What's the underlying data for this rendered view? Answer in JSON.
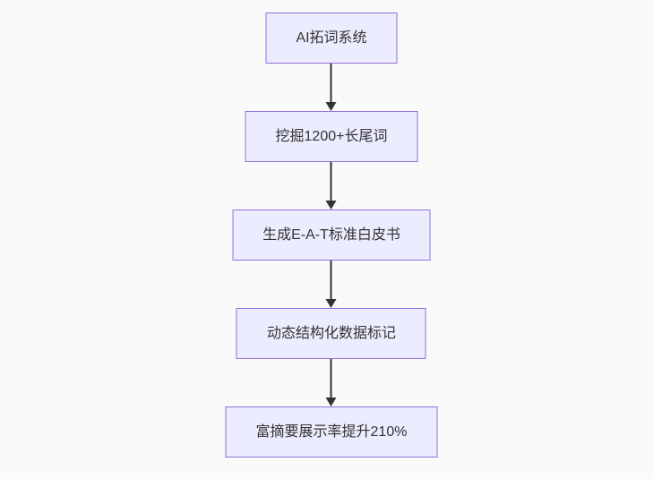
{
  "diagram": {
    "type": "flowchart",
    "direction": "top-down",
    "nodes": [
      {
        "id": "node-1",
        "label": "AI拓词系统"
      },
      {
        "id": "node-2",
        "label": "挖掘1200+长尾词"
      },
      {
        "id": "node-3",
        "label": "生成E-A-T标准白皮书"
      },
      {
        "id": "node-4",
        "label": "动态结构化数据标记"
      },
      {
        "id": "node-5",
        "label": "富摘要展示率提升210%"
      }
    ],
    "edges": [
      {
        "from": "node-1",
        "to": "node-2"
      },
      {
        "from": "node-2",
        "to": "node-3"
      },
      {
        "from": "node-3",
        "to": "node-4"
      },
      {
        "from": "node-4",
        "to": "node-5"
      }
    ],
    "colors": {
      "background": "#fafafa",
      "node_fill": "#ECECFF",
      "node_border": "#9370DB",
      "node_text": "#333333",
      "arrow": "#333333"
    }
  }
}
